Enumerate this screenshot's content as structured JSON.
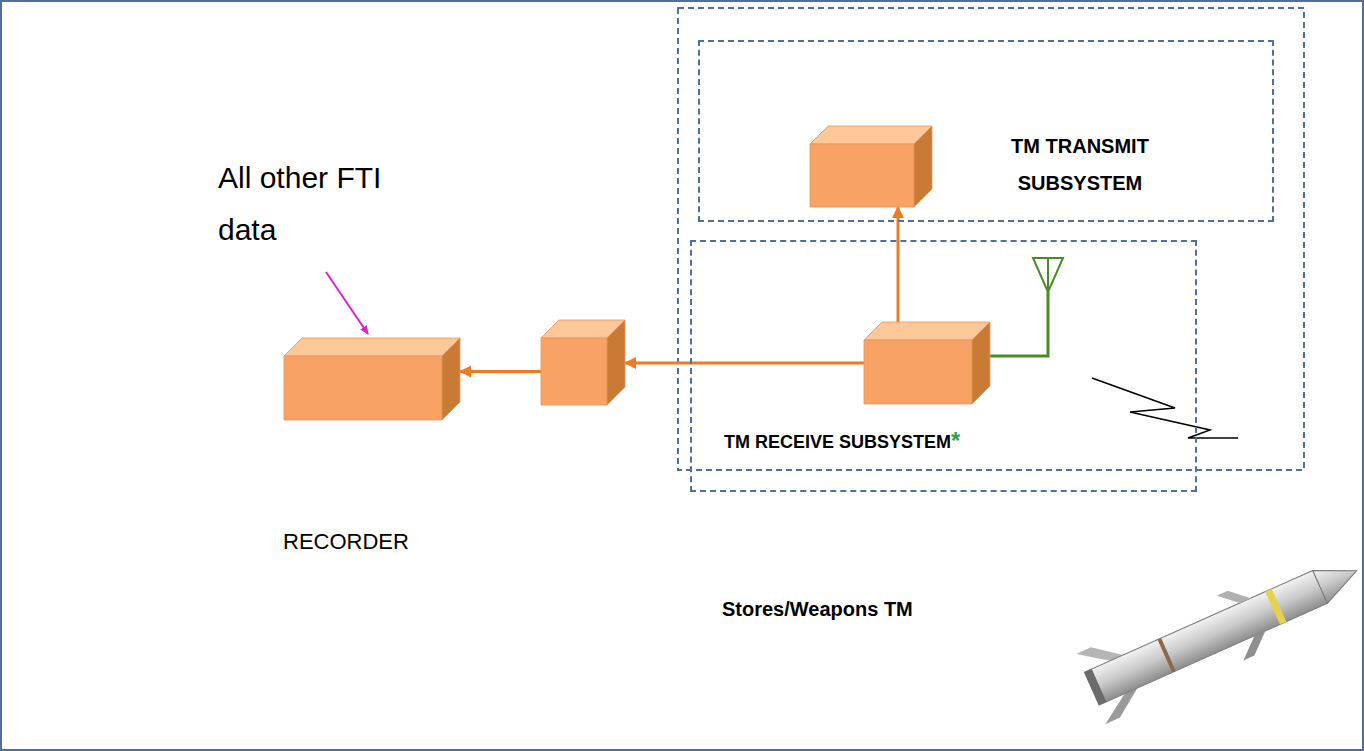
{
  "diagram": {
    "nodes": [
      {
        "text": [
          "TM TRANSMIT SUBSYSTEM"
        ]
      },
      {
        "text": [],
        "in": 0
      },
      {
        "text": [
          "TM RECEIVE SUBSYSTEM",
          "*"
        ]
      },
      {
        "text": [],
        "in": 2
      },
      {
        "text": []
      },
      {
        "text": [
          "RECORDER"
        ]
      }
    ],
    "edges": [
      {
        "from": 3,
        "to": 1,
        "arrow": "to"
      },
      {
        "from": 3,
        "to": 4,
        "arrow": "to"
      },
      {
        "from": 4,
        "to": 5,
        "arrow": "to"
      }
    ],
    "labels": [
      "All other FTI data",
      "Stores/Weapons TM"
    ]
  }
}
